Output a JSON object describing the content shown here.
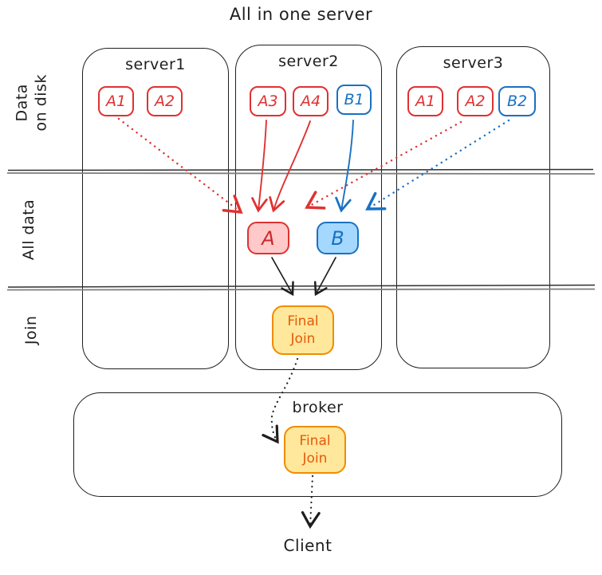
{
  "title": "All in one server",
  "lanes": [
    {
      "line1": "Data",
      "line2": "on disk"
    },
    {
      "label": "All data"
    },
    {
      "label": "Join"
    }
  ],
  "servers": [
    {
      "name": "server1",
      "nodes": [
        {
          "label": "A1",
          "color": "red"
        },
        {
          "label": "A2",
          "color": "red"
        }
      ]
    },
    {
      "name": "server2",
      "nodes": [
        {
          "label": "A3",
          "color": "red"
        },
        {
          "label": "A4",
          "color": "red"
        },
        {
          "label": "B1",
          "color": "blue"
        }
      ]
    },
    {
      "name": "server3",
      "nodes": [
        {
          "label": "A1",
          "color": "red"
        },
        {
          "label": "A2",
          "color": "red"
        },
        {
          "label": "B2",
          "color": "blue"
        }
      ]
    }
  ],
  "merged": [
    {
      "label": "A",
      "color": "red"
    },
    {
      "label": "B",
      "color": "blue"
    }
  ],
  "final_join_server": {
    "line1": "Final",
    "line2": "Join"
  },
  "broker": {
    "name": "broker",
    "final_join": {
      "line1": "Final",
      "line2": "Join"
    }
  },
  "client": "Client",
  "colors": {
    "red": "#e03131",
    "red_fill": "#ffc9c9",
    "blue": "#1971c2",
    "blue_fill": "#a5d8ff",
    "orange": "#f08c00",
    "yellow_fill": "#ffe89b",
    "orange_text": "#e8590c",
    "ink": "#1e1e1e"
  }
}
